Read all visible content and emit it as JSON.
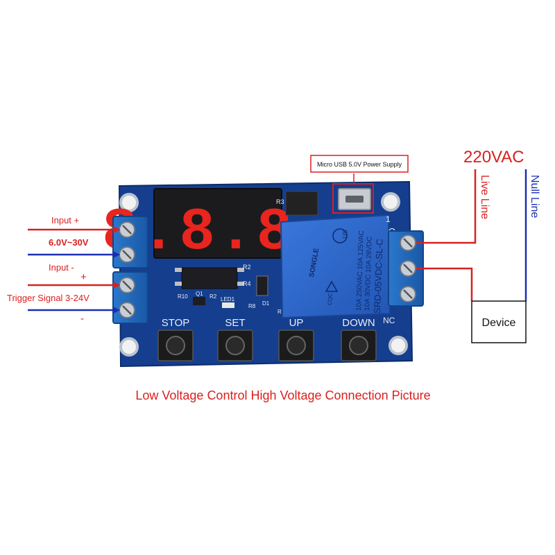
{
  "labels": {
    "input_plus": "Input +",
    "voltage_range": "6.0V~30V",
    "input_minus": "Input -",
    "plus_sign": "+",
    "trigger_signal": "Trigger Signal 3-24V",
    "minus_sign": "-",
    "micro_usb": "Micro USB 5.0V Power Supply",
    "ac_voltage": "220VAC",
    "live_line": "Live Line",
    "null_line": "Null Line",
    "device": "Device",
    "caption": "Low Voltage Control High Voltage Connection Picture"
  },
  "board": {
    "display_digits": "8.8.8.",
    "buttons": [
      "STOP",
      "SET",
      "UP",
      "DOWN"
    ],
    "silkscreen": {
      "r10": "R10",
      "q1": "Q1",
      "r2a": "R2",
      "led1": "LED1",
      "r8": "R8",
      "d1": "D1",
      "r3": "R3",
      "r2b": "R2",
      "r4": "R4",
      "r6": "R6",
      "nc": "NC",
      "no": "O",
      "one": "1"
    },
    "relay": {
      "brand": "SONGLE",
      "model": "SRD-05VDC-SL-C",
      "rating_1": "10A 250VAC  10A 125VAC",
      "rating_2": "10A  30VDC  10A  28VDC",
      "us": "US",
      "cqc": "CQC"
    }
  },
  "colors": {
    "wire_red": "#d9201f",
    "wire_blue": "#1c2fb0",
    "pcb": "#153e8e",
    "terminal": "#1d63b8",
    "relay": "#2e6ad0"
  }
}
